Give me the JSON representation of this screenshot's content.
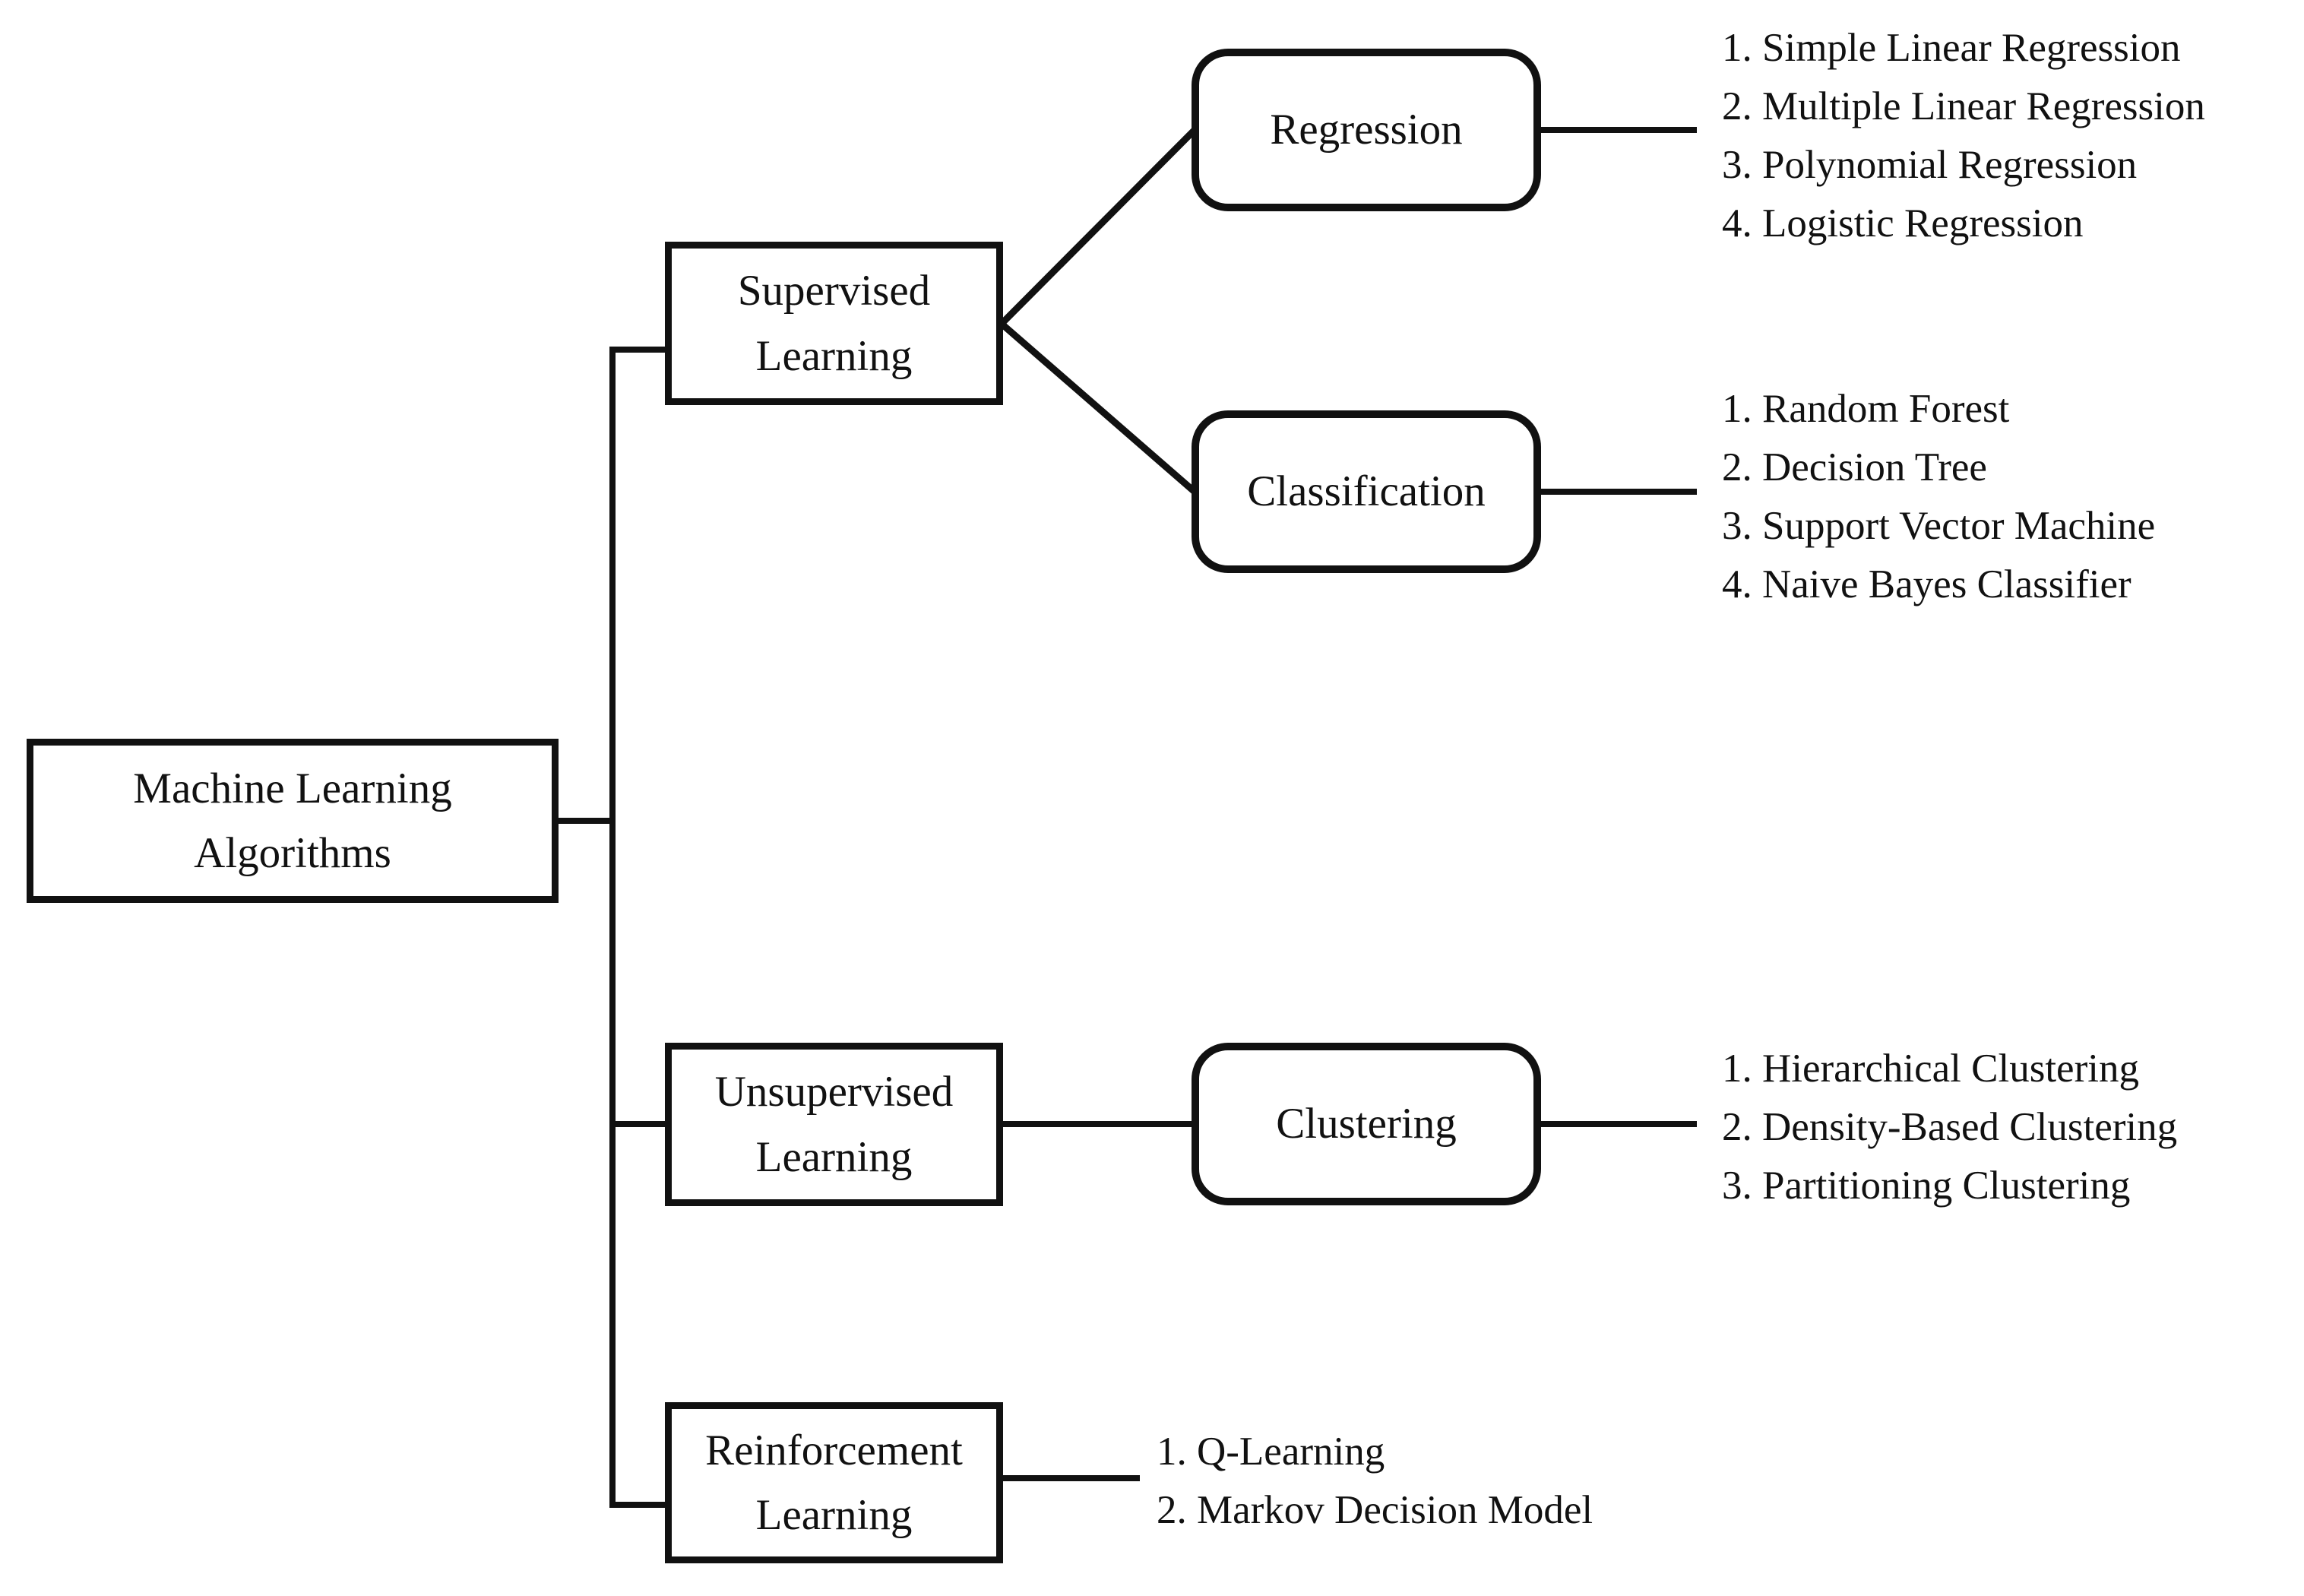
{
  "diagram": {
    "root": {
      "label": "Machine Learning Algorithms"
    },
    "branches": [
      {
        "label": "Supervised Learning",
        "children": [
          {
            "label": "Regression",
            "items": [
              "1. Simple Linear Regression",
              "2. Multiple Linear Regression",
              "3. Polynomial Regression",
              "4. Logistic Regression"
            ]
          },
          {
            "label": "Classification",
            "items": [
              "1. Random Forest",
              "2. Decision Tree",
              "3. Support Vector Machine",
              "4. Naive Bayes Classifier"
            ]
          }
        ]
      },
      {
        "label": "Unsupervised Learning",
        "children": [
          {
            "label": "Clustering",
            "items": [
              "1. Hierarchical Clustering",
              "2. Density-Based Clustering",
              "3. Partitioning Clustering"
            ]
          }
        ]
      },
      {
        "label": "Reinforcement Learning",
        "children": [],
        "items": [
          "1. Q-Learning",
          "2. Markov Decision Model"
        ]
      }
    ],
    "colors": {
      "line": "#111111",
      "box_border": "#111111",
      "box_fill": "#ffffff",
      "background": "#ffffff",
      "text": "#111111"
    }
  }
}
